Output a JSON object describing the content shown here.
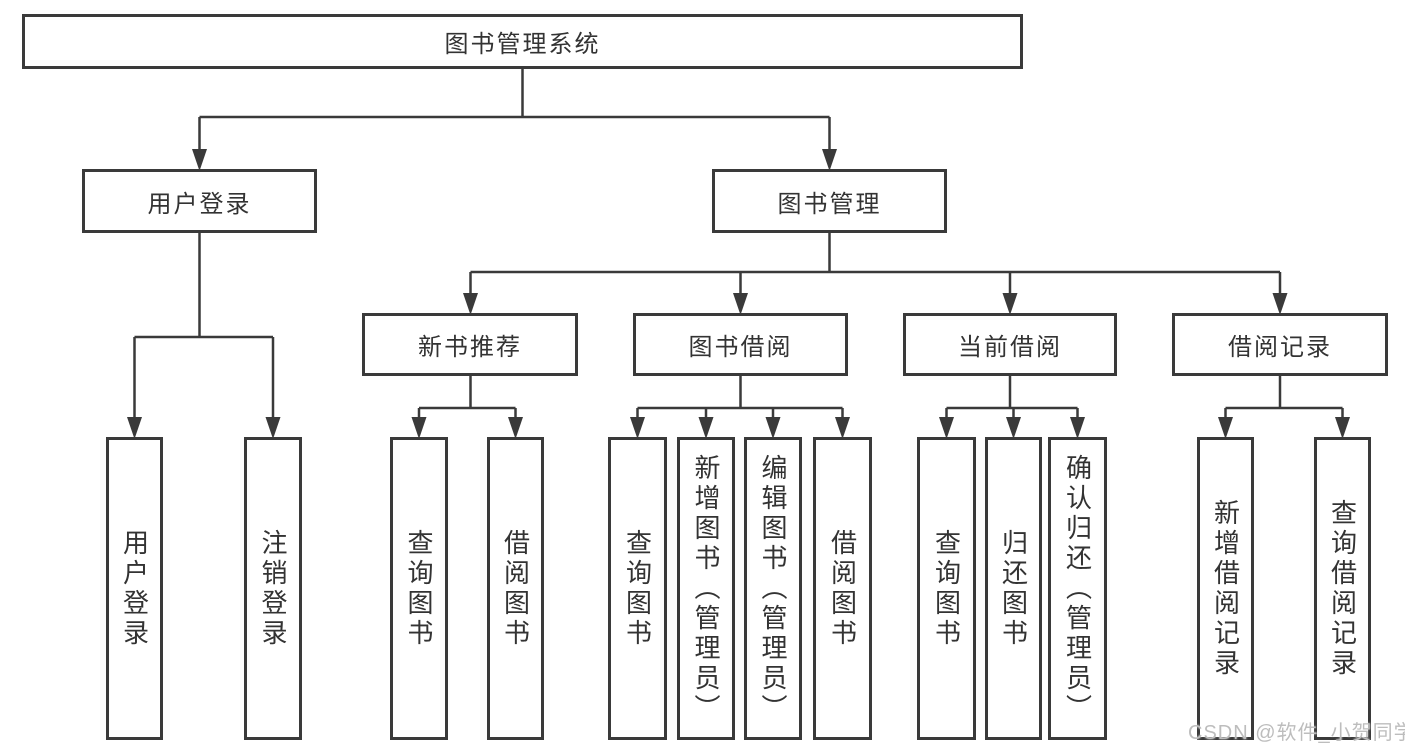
{
  "diagram": {
    "root": {
      "label": "图书管理系统"
    },
    "level2": [
      {
        "label": "用户登录"
      },
      {
        "label": "图书管理"
      }
    ],
    "level3": [
      {
        "label": "新书推荐"
      },
      {
        "label": "图书借阅"
      },
      {
        "label": "当前借阅"
      },
      {
        "label": "借阅记录"
      }
    ],
    "leaves": [
      {
        "label": "用户登录"
      },
      {
        "label": "注销登录"
      },
      {
        "label": "查询图书"
      },
      {
        "label": "借阅图书"
      },
      {
        "label": "查询图书"
      },
      {
        "label": "新增图书（管理员）"
      },
      {
        "label": "编辑图书（管理员）"
      },
      {
        "label": "借阅图书"
      },
      {
        "label": "查询图书"
      },
      {
        "label": "归还图书"
      },
      {
        "label": "确认归还（管理员）"
      },
      {
        "label": "新增借阅记录"
      },
      {
        "label": "查询借阅记录"
      }
    ]
  },
  "watermark": {
    "text": "CSDN @软件_小贺同学"
  },
  "colors": {
    "line": "#3a3a3a",
    "text": "#333333",
    "watermark": "#bdbdbd",
    "background": "#ffffff"
  }
}
